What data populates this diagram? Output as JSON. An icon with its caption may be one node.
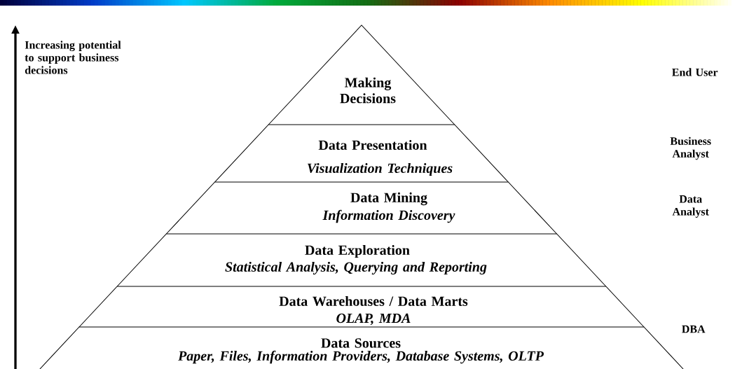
{
  "diagram": {
    "nodes": [
      {
        "text": [
          "Making Decisions"
        ]
      },
      {
        "text": [
          "Data Presentation",
          "Visualization Techniques"
        ]
      },
      {
        "text": [
          "Data Mining",
          "Information Discovery"
        ]
      },
      {
        "text": [
          "Data Exploration",
          "Statistical Analysis, Querying and Reporting"
        ]
      },
      {
        "text": [
          "Data Warehouses / Data Marts",
          "OLAP, MDA"
        ]
      },
      {
        "text": [
          "Data Sources",
          "Paper, Files, Information Providers, Database Systems, OLTP"
        ]
      }
    ],
    "labels": [
      "Increasing potential to support business decisions",
      "End User",
      "Business Analyst",
      "Data Analyst",
      "DBA"
    ]
  }
}
